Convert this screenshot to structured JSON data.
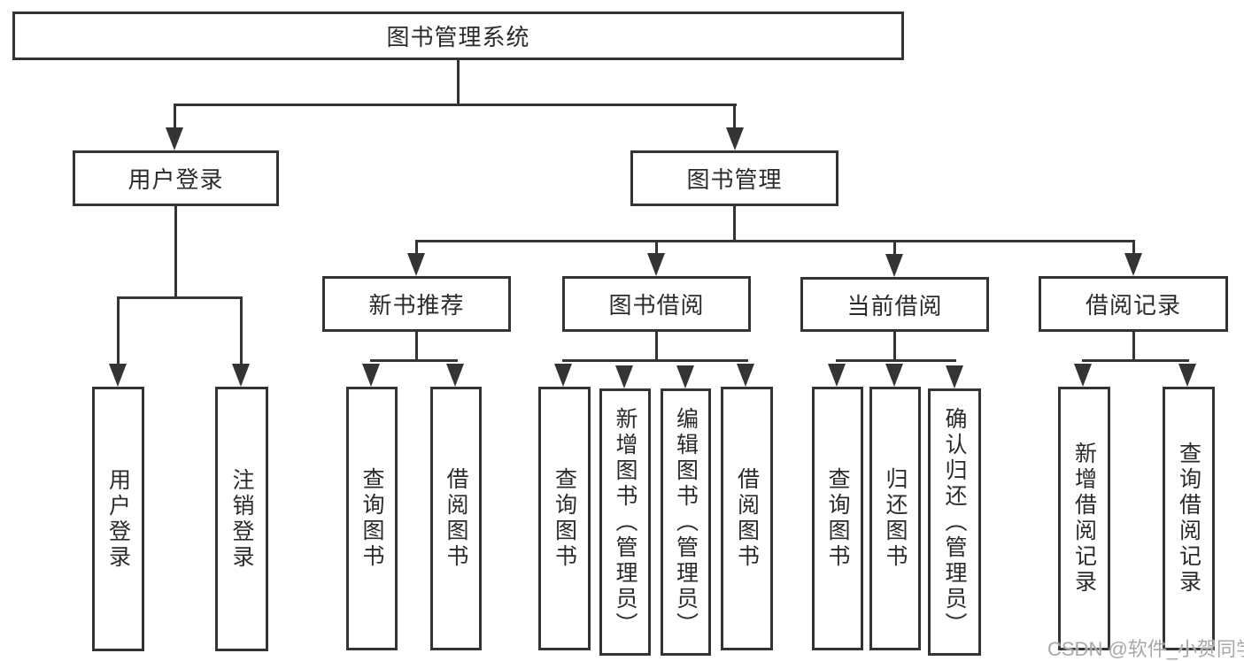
{
  "page": {
    "background": "#ffffff"
  },
  "diagram": {
    "line_color": "#343434",
    "text_color": "#2b2b2b",
    "nodes": {
      "root": "图书管理系统",
      "user_login": "用户登录",
      "book_mgmt": "图书管理",
      "new_book_rec": "新书推荐",
      "book_borrow": "图书借阅",
      "current_borrow": "当前借阅",
      "borrow_record": "借阅记录"
    },
    "leaves": {
      "user_login": "用户登录",
      "logout": "注销登录",
      "rec_query_book": "查询图书",
      "rec_borrow_book": "借阅图书",
      "bb_query_book": "查询图书",
      "bb_add_book": "新增图书（管理员）",
      "bb_edit_book": "编辑图书（管理员）",
      "bb_borrow_book": "借阅图书",
      "cb_query_book": "查询图书",
      "cb_return_book": "归还图书",
      "cb_confirm_return": "确认归还（管理员）",
      "br_add_record": "新增借阅记录",
      "br_query_record": "查询借阅记录"
    },
    "watermark": {
      "text": "CSDN @软件_小贺同学",
      "color": "#a8a8a8"
    }
  }
}
